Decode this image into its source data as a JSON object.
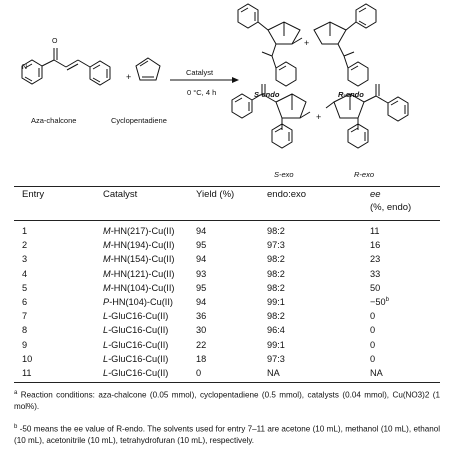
{
  "scheme": {
    "reagent_label": "Aza-chalcone",
    "diene_label": "Cyclopentadiene",
    "catalyst_label": "Catalyst",
    "conditions_label": "0 °C, 4 h",
    "plus": "+",
    "products": [
      {
        "label": "S-endo",
        "style": "bold-italic"
      },
      {
        "label": "R-endo",
        "style": "bold-italic"
      },
      {
        "label": "S-exo",
        "style": "italic"
      },
      {
        "label": "R-exo",
        "style": "italic"
      }
    ]
  },
  "table": {
    "headers": {
      "entry": "Entry",
      "catalyst": "Catalyst",
      "yield": "Yield (%)",
      "endo_exo": "endo:exo",
      "ee": "ee",
      "ee_sub": "(%, endo)"
    },
    "rows": [
      {
        "entry": "1",
        "cat_prefix": "M-",
        "cat_body": "HN(217)-Cu(II)",
        "yield": "94",
        "ratio": "98:2",
        "ee": "11"
      },
      {
        "entry": "2",
        "cat_prefix": "M-",
        "cat_body": "HN(194)-Cu(II)",
        "yield": "95",
        "ratio": "97:3",
        "ee": "16"
      },
      {
        "entry": "3",
        "cat_prefix": "M-",
        "cat_body": "HN(154)-Cu(II)",
        "yield": "94",
        "ratio": "98:2",
        "ee": "23"
      },
      {
        "entry": "4",
        "cat_prefix": "M-",
        "cat_body": "HN(121)-Cu(II)",
        "yield": "93",
        "ratio": "98:2",
        "ee": "33"
      },
      {
        "entry": "5",
        "cat_prefix": "M-",
        "cat_body": "HN(104)-Cu(II)",
        "yield": "95",
        "ratio": "98:2",
        "ee": "50"
      },
      {
        "entry": "6",
        "cat_prefix": "P-",
        "cat_body": "HN(104)-Cu(II)",
        "yield": "94",
        "ratio": "99:1",
        "ee": "−50",
        "ee_sup": "b"
      },
      {
        "entry": "7",
        "cat_prefix": "L-",
        "cat_body": "GluC16-Cu(II)",
        "yield": "36",
        "ratio": "98:2",
        "ee": "0"
      },
      {
        "entry": "8",
        "cat_prefix": "L-",
        "cat_body": "GluC16-Cu(II)",
        "yield": "30",
        "ratio": "96:4",
        "ee": "0"
      },
      {
        "entry": "9",
        "cat_prefix": "L-",
        "cat_body": "GluC16-Cu(II)",
        "yield": "22",
        "ratio": "99:1",
        "ee": "0"
      },
      {
        "entry": "10",
        "cat_prefix": "L-",
        "cat_body": "GluC16-Cu(II)",
        "yield": "18",
        "ratio": "97:3",
        "ee": "0"
      },
      {
        "entry": "11",
        "cat_prefix": "L-",
        "cat_body": "GluC16-Cu(II)",
        "yield": "0",
        "ratio": "NA",
        "ee": "NA"
      }
    ]
  },
  "footnotes": {
    "a_mark": "a",
    "a_text": "Reaction conditions: aza-chalcone (0.05 mmol), cyclopentadiene (0.5 mmol), catalysts (0.04 mmol), Cu(NO3)2 (1 mol%).",
    "b_mark": "b",
    "b_text": "-50 means the ee value of R-endo. The solvents used for entry 7–11 are acetone (10 mL), methanol (10 mL), ethanol (10 mL), acetonitrile (10 mL), tetrahydrofuran (10 mL), respectively."
  }
}
